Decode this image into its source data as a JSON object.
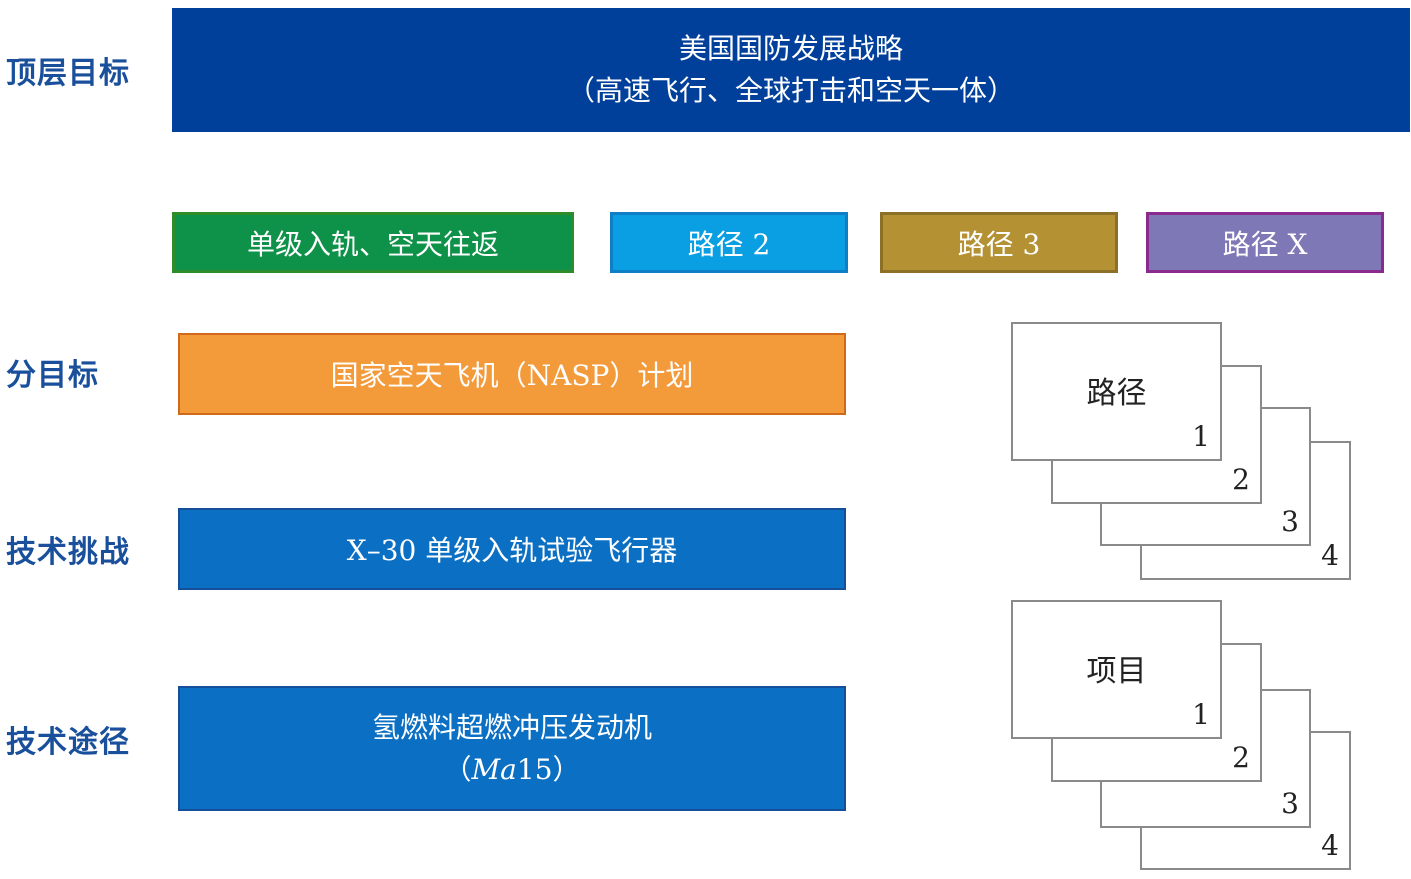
{
  "labels": {
    "top_goal": "顶层目标",
    "sub_goal": "分目标",
    "tech_challenge": "技术挑战",
    "tech_route": "技术途径"
  },
  "top_box": {
    "line1": "美国国防发展战略",
    "line2": "（高速飞行、全球打击和空天一体）"
  },
  "paths": [
    {
      "label": "单级入轨、空天往返",
      "color": "#0e9148",
      "border": "#2f8c2a"
    },
    {
      "label": "路径 2",
      "color": "#0a9fe3",
      "border": "#0e7fc6"
    },
    {
      "label": "路径 3",
      "color": "#b49133",
      "border": "#8c7028"
    },
    {
      "label": "路径 X",
      "color": "#7e78b6",
      "border": "#8a2a8f"
    }
  ],
  "sub_goal_box": {
    "label": "国家空天飞机（NASP）计划",
    "color": "#f39a3a",
    "border": "#d06a1a"
  },
  "challenge_box": {
    "label": "X–30 单级入轨试验飞行器",
    "color": "#0b6fc3",
    "border": "#154f9a"
  },
  "route_box": {
    "line1": "氢燃料超燃冲压发动机",
    "line2_prefix": "（",
    "line2_ital": "Ma",
    "line2_suffix": "15）",
    "color": "#0b6fc3",
    "border": "#154f9a"
  },
  "path_stack": {
    "title": "路径",
    "numbers": [
      "1",
      "2",
      "3",
      "4"
    ]
  },
  "project_stack": {
    "title": "项目",
    "numbers": [
      "1",
      "2",
      "3",
      "4"
    ]
  },
  "colors": {
    "top_box": "#003f9a",
    "side_label": "#1a4f9c",
    "card_border": "#8a8a8a"
  }
}
